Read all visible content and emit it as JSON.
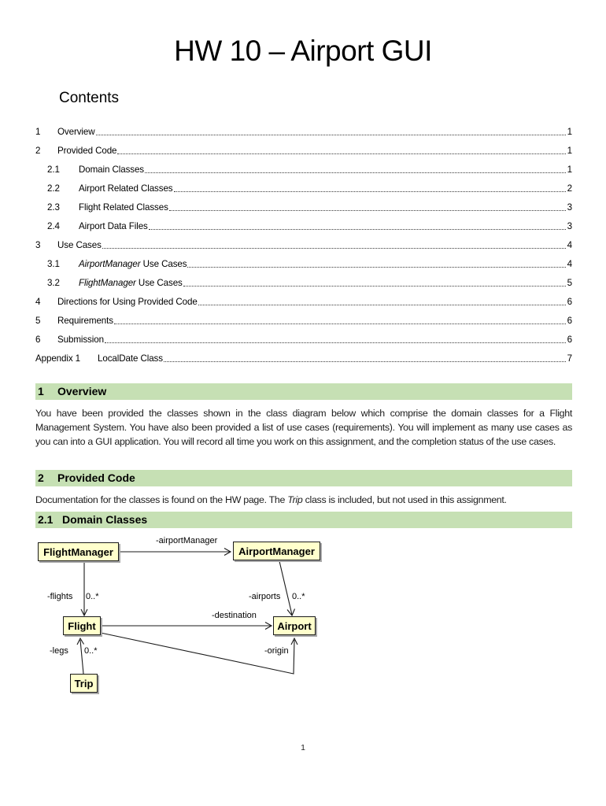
{
  "title": "HW 10 – Airport GUI",
  "contents_heading": "Contents",
  "toc": {
    "items": [
      {
        "level": "lvl1",
        "num": "1",
        "label": "Overview",
        "page": "1"
      },
      {
        "level": "lvl1",
        "num": "2",
        "label": "Provided Code",
        "page": "1"
      },
      {
        "level": "lvl2",
        "num": "2.1",
        "label": "Domain Classes",
        "page": "1"
      },
      {
        "level": "lvl2",
        "num": "2.2",
        "label": "Airport Related Classes",
        "page": "2"
      },
      {
        "level": "lvl2",
        "num": "2.3",
        "label": "Flight Related Classes",
        "page": "3"
      },
      {
        "level": "lvl2",
        "num": "2.4",
        "label": "Airport Data Files",
        "page": "3"
      },
      {
        "level": "lvl1",
        "num": "3",
        "label": "Use Cases",
        "page": "4"
      },
      {
        "level": "lvl2",
        "num": "3.1",
        "italic": "AirportManager",
        "label": " Use Cases",
        "page": "4"
      },
      {
        "level": "lvl2",
        "num": "3.2",
        "italic": "FlightManager",
        "label": " Use Cases",
        "page": "5"
      },
      {
        "level": "lvl1",
        "num": "4",
        "label": "Directions for Using Provided Code",
        "page": "6"
      },
      {
        "level": "lvl1",
        "num": "5",
        "label": "Requirements",
        "page": "6"
      },
      {
        "level": "lvl1",
        "num": "6",
        "label": "Submission",
        "page": "6"
      },
      {
        "level": "lvlA",
        "num": "Appendix 1",
        "label": "LocalDate Class",
        "page": "7"
      }
    ]
  },
  "sections": {
    "overview": {
      "num": "1",
      "title": "Overview",
      "body": "You have been provided the classes shown in the class diagram below which comprise the domain classes for a Flight Management System. You have also been provided a list of use cases (requirements). You will implement as many use cases as you can into a GUI application. You will record all time you work on this assignment, and the completion status of the use cases."
    },
    "provided_code": {
      "num": "2",
      "title": "Provided Code",
      "body_pre": "Documentation for the classes is found on the HW page. The ",
      "body_italic": "Trip",
      "body_post": " class is included, but not used in this assignment."
    },
    "domain_classes": {
      "num": "2.1",
      "title": "Domain Classes"
    }
  },
  "diagram": {
    "classes": {
      "flight_manager": "FlightManager",
      "airport_manager": "AirportManager",
      "flight": "Flight",
      "airport": "Airport",
      "trip": "Trip"
    },
    "labels": {
      "airport_manager_role": "-airportManager",
      "flights_role": "-flights",
      "flights_mult": "0..*",
      "airports_role": "-airports",
      "airports_mult": "0..*",
      "destination_role": "-destination",
      "origin_role": "-origin",
      "legs_role": "-legs",
      "legs_mult": "0..*"
    }
  },
  "page": {
    "number": "1"
  },
  "colors": {
    "heading_bg": "#C6E0B4",
    "class_fill": "#FFFFCC",
    "class_border": "#1a1a1a",
    "line": "#1a1a1a"
  }
}
